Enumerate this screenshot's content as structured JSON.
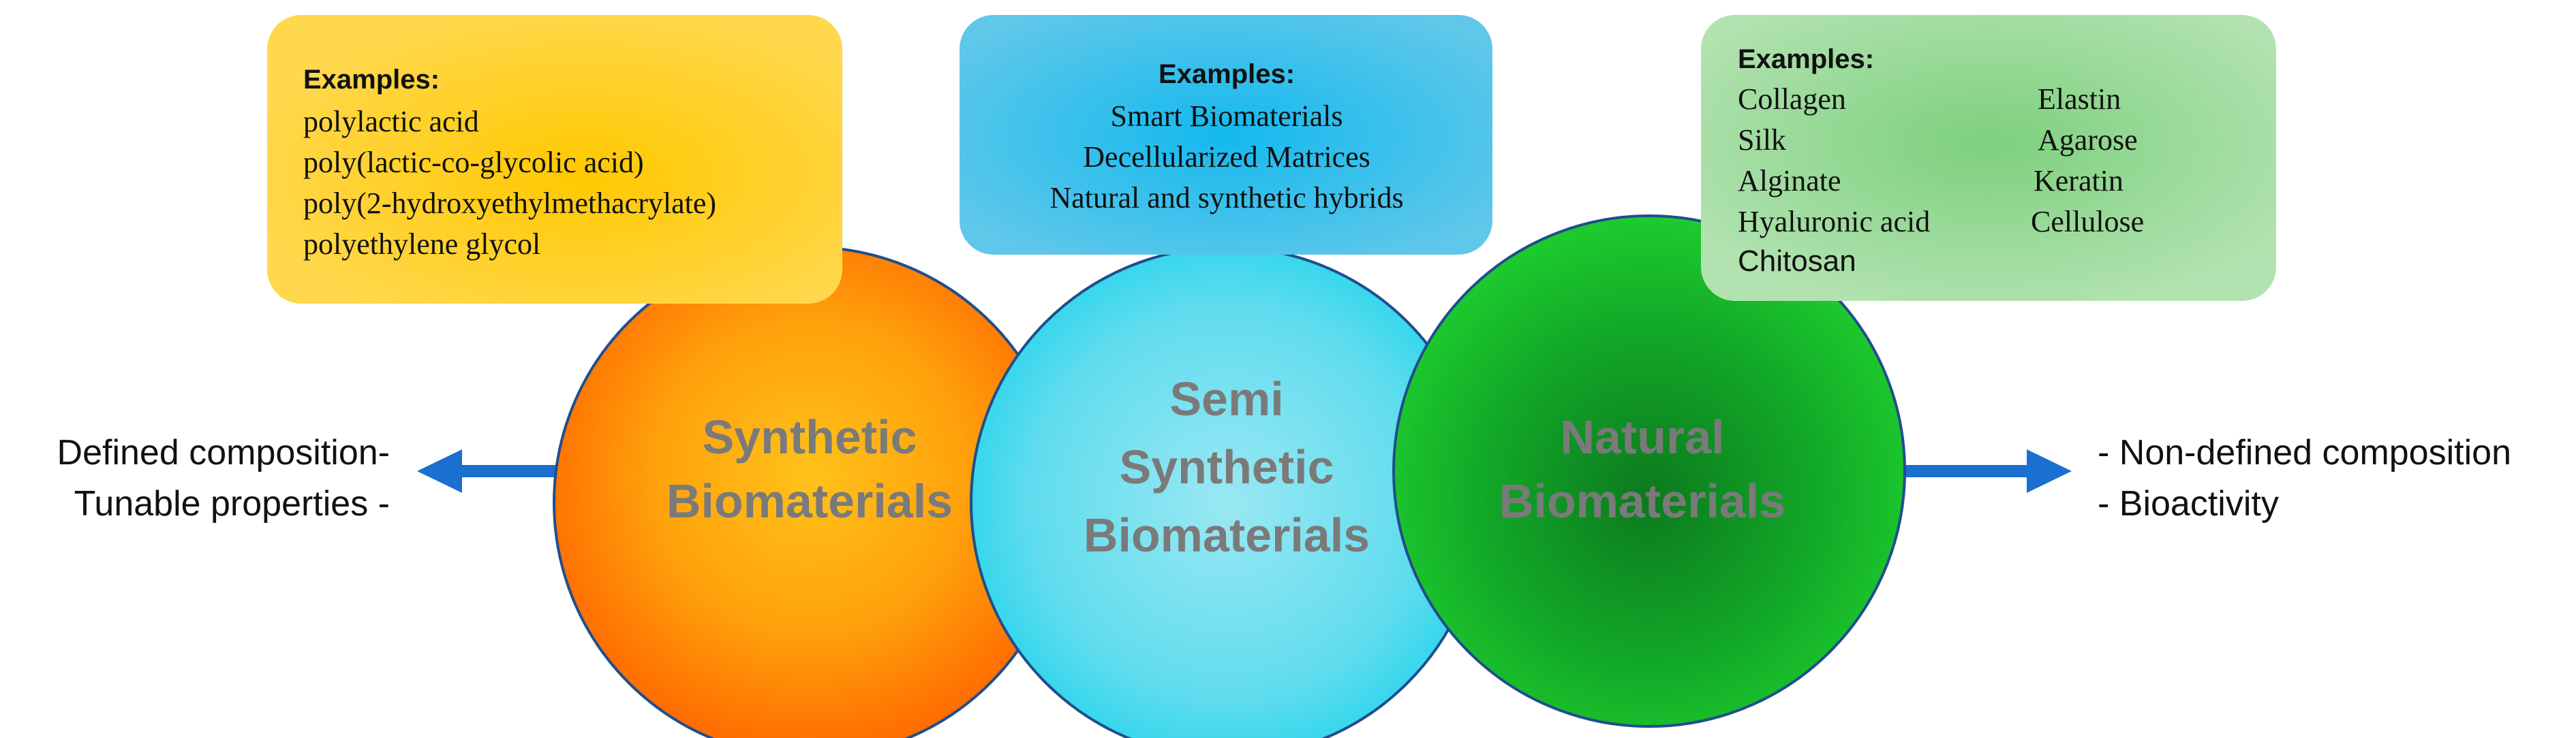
{
  "boxes": {
    "synthetic": {
      "heading": "Examples:",
      "items": [
        "polylactic acid",
        "poly(lactic-co-glycolic acid)",
        "poly(2-hydroxyethylmethacrylate)",
        "polyethylene glycol"
      ]
    },
    "semi": {
      "heading": "Examples:",
      "items": [
        "Smart Biomaterials",
        "Decellularized Matrices",
        "Natural and synthetic hybrids"
      ]
    },
    "natural": {
      "heading": "Examples:",
      "col1": [
        "Collagen",
        "Silk",
        "Alginate",
        "Hyaluronic acid",
        "Chitosan"
      ],
      "col2": [
        "Elastin",
        "Agarose",
        "Keratin",
        "Cellulose"
      ]
    }
  },
  "circles": {
    "synthetic": [
      "Synthetic",
      "Biomaterials"
    ],
    "semi": [
      "Semi",
      "Synthetic",
      "Biomaterials"
    ],
    "natural": [
      "Natural",
      "Biomaterials"
    ]
  },
  "left_side": {
    "lines": [
      "Defined composition-",
      "Tunable properties -"
    ]
  },
  "right_side": {
    "lines": [
      "- Non-defined composition",
      "- Bioactivity"
    ]
  },
  "colors": {
    "orange_center": "#ffc21a",
    "orange_edge": "#ff6a00",
    "cyan_center": "#8fe6f2",
    "cyan_edge": "#26d4ec",
    "green_center": "#0e8a22",
    "green_edge": "#1dcc2e",
    "yellow_box": "#ffd340",
    "blue_box": "#39bdea",
    "green_box": "#a5dca3",
    "arrow": "#1a6fd0",
    "circle_text": "#7a7a7a",
    "outline": "#1f4e8c"
  }
}
